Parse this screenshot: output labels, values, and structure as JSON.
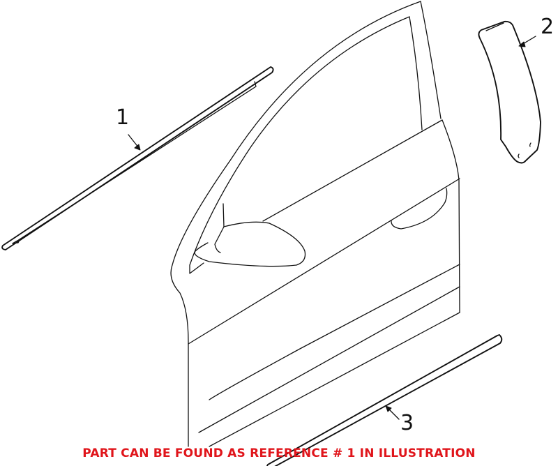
{
  "diagram": {
    "subject": "Front door molding parts illustration",
    "callouts": [
      {
        "id": 1,
        "label": "1",
        "part": "belt-molding-strip"
      },
      {
        "id": 2,
        "label": "2",
        "part": "window-glass-trim-panel"
      },
      {
        "id": 3,
        "label": "3",
        "part": "lower-door-molding"
      }
    ]
  },
  "footer": {
    "notice": "PART CAN BE FOUND AS REFERENCE # 1 IN ILLUSTRATION",
    "notice_color": "#e0151b"
  },
  "colors": {
    "line": "#111111",
    "background": "#ffffff"
  }
}
